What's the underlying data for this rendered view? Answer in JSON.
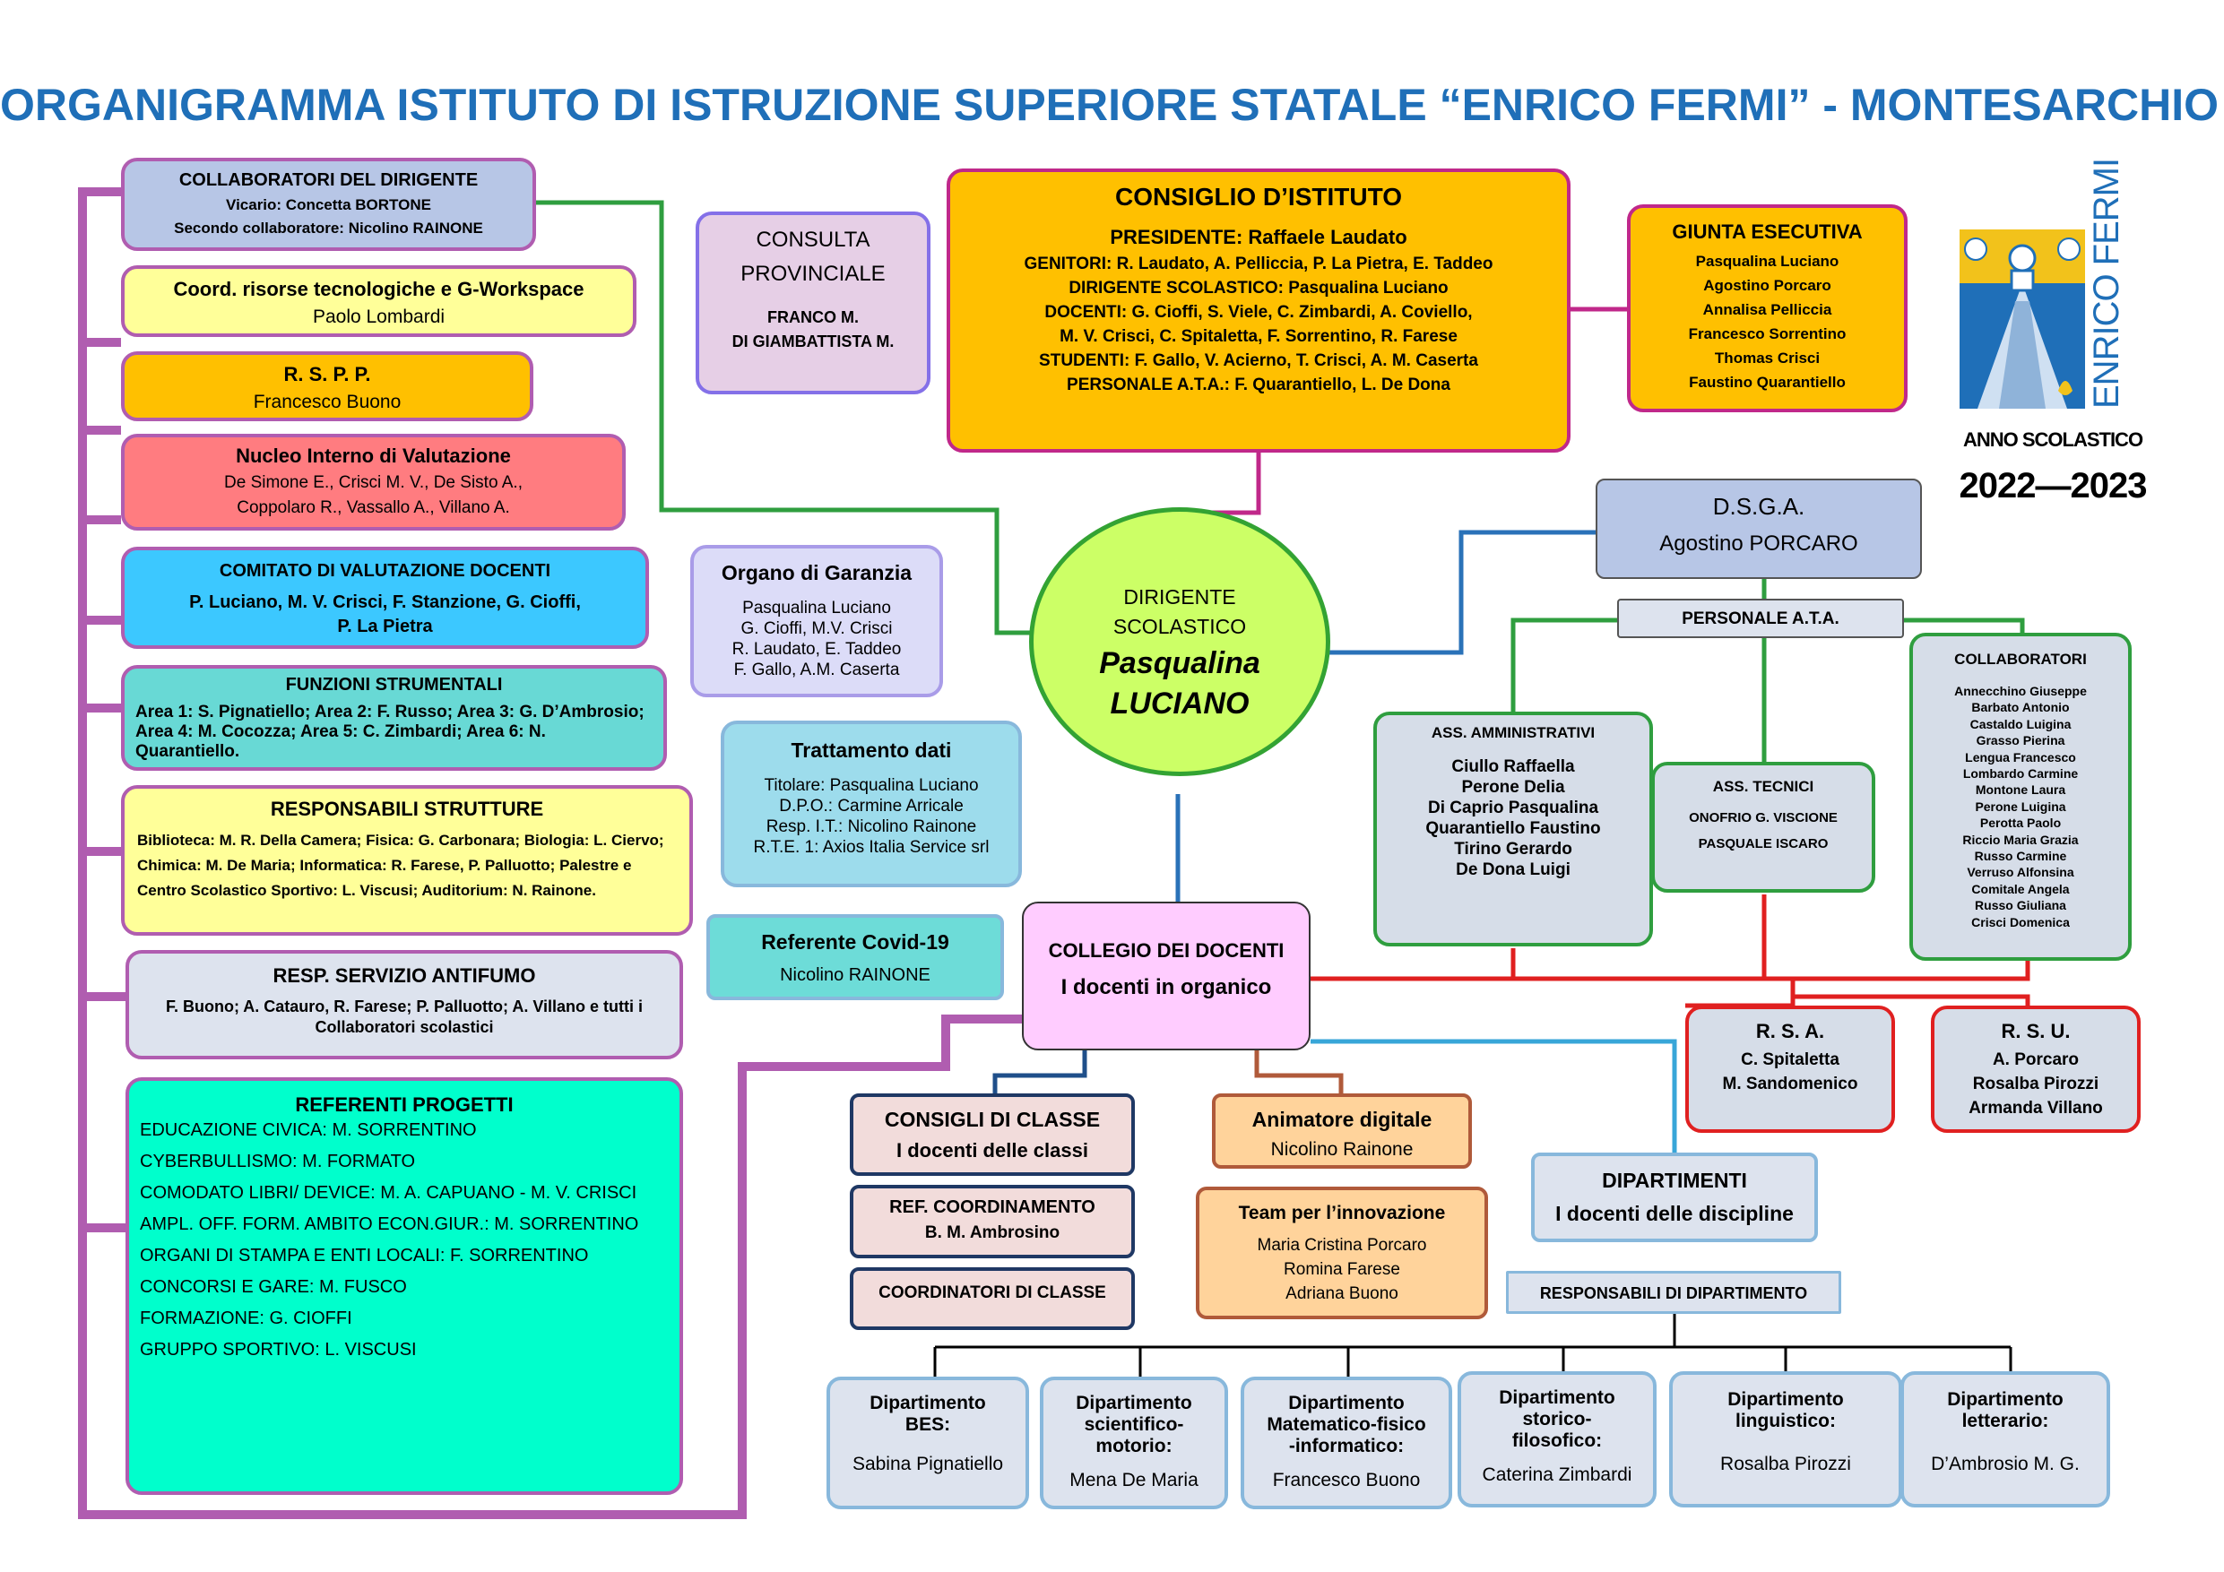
{
  "title": "ORGANIGRAMMA ISTITUTO DI ISTRUZIONE SUPERIORE STATALE “ENRICO FERMI” - MONTESARCHIO (BN)",
  "logo": {
    "text": "ENRICO FERMI",
    "year_label": "ANNO SCOLASTICO",
    "year": "2022—2023"
  },
  "colors": {
    "title": "#1f6fb8",
    "purple_line": "#b05db0",
    "green_line": "#2f9e3f",
    "red_line": "#e02020",
    "blue_line": "#2a72b8"
  },
  "collaboratori_dirigente": {
    "title": "COLLABORATORI DEL DIRIGENTE",
    "line1": "Vicario: Concetta BORTONE",
    "line2": "Secondo collaboratore: Nicolino RAINONE"
  },
  "coord_risorse": {
    "title": "Coord. risorse tecnologiche e G-Workspace",
    "name": "Paolo Lombardi"
  },
  "rspp": {
    "title": "R. S. P. P.",
    "name": "Francesco Buono"
  },
  "nucleo": {
    "title": "Nucleo Interno di Valutazione",
    "line1": "De Simone E., Crisci M. V., De Sisto A.,",
    "line2": "Coppolaro R., Vassallo A., Villano A."
  },
  "comitato": {
    "title": "COMITATO DI VALUTAZIONE DOCENTI",
    "line1": "P. Luciano, M. V. Crisci, F. Stanzione, G. Cioffi,",
    "line2": "P. La Pietra"
  },
  "funzioni": {
    "title": "FUNZIONI STRUMENTALI",
    "text": "Area 1: S. Pignatiello;  Area 2: F. Russo; Area 3: G. D’Ambrosio; Area 4: M. Cocozza;  Area 5: C. Zimbardi; Area 6: N. Quarantiello."
  },
  "responsabili": {
    "title": "RESPONSABILI STRUTTURE",
    "text": "Biblioteca: M. R. Della Camera; Fisica: G. Carbonara; Biologia: L. Ciervo; Chimica:  M. De Maria; Informatica: R. Farese, P. Palluotto; Palestre e Centro Scolastico Sportivo: L. Viscusi; Auditorium: N. Rainone."
  },
  "antifumo": {
    "title": "RESP. SERVIZIO ANTIFUMO",
    "text": "F. Buono; A. Catauro, R. Farese; P. Palluotto; A. Villano e tutti i Collaboratori scolastici"
  },
  "referenti": {
    "title": "REFERENTI PROGETTI",
    "items": [
      "EDUCAZIONE CIVICA: M. SORRENTINO",
      "CYBERBULLISMO: M. FORMATO",
      "COMODATO LIBRI/ DEVICE: M. A. CAPUANO - M. V. CRISCI",
      "AMPL. OFF. FORM. AMBITO ECON.GIUR.: M. SORRENTINO",
      "ORGANI DI STAMPA E ENTI LOCALI: F. SORRENTINO",
      "CONCORSI E GARE: M. FUSCO",
      "FORMAZIONE: G. CIOFFI",
      "GRUPPO SPORTIVO: L. VISCUSI"
    ]
  },
  "consulta": {
    "title1": "CONSULTA",
    "title2": "PROVINCIALE",
    "line1": "FRANCO M.",
    "line2": "DI GIAMBATTISTA M."
  },
  "consiglio": {
    "title": "CONSIGLIO D’ISTITUTO",
    "lines": [
      "PRESIDENTE: Raffaele Laudato",
      "GENITORI: R. Laudato, A. Pelliccia, P. La Pietra, E. Taddeo",
      "DIRIGENTE SCOLASTICO: Pasqualina Luciano",
      "DOCENTI:  G. Cioffi, S. Viele, C. Zimbardi, A. Coviello,",
      "M. V. Crisci, C. Spitaletta, F. Sorrentino, R. Farese",
      "STUDENTI: F. Gallo, V. Acierno, T. Crisci, A. M. Caserta",
      "PERSONALE  A.T.A.: F. Quarantiello, L. De Dona"
    ]
  },
  "giunta": {
    "title": "GIUNTA ESECUTIVA",
    "names": [
      "Pasqualina Luciano",
      "Agostino Porcaro",
      "Annalisa Pelliccia",
      "Francesco Sorrentino",
      "Thomas Crisci",
      "Faustino Quarantiello"
    ]
  },
  "garanzia": {
    "title": "Organo di Garanzia",
    "lines": [
      "Pasqualina Luciano",
      "G. Cioffi, M.V. Crisci",
      "R. Laudato, E. Taddeo",
      "F. Gallo, A.M. Caserta"
    ]
  },
  "trattamento": {
    "title": "Trattamento dati",
    "lines": [
      "Titolare: Pasqualina Luciano",
      "D.P.O.: Carmine Arricale",
      "Resp. I.T.: Nicolino Rainone",
      "R.T.E. 1: Axios Italia Service srl"
    ]
  },
  "covid": {
    "title": "Referente Covid-19",
    "name": "Nicolino RAINONE"
  },
  "dirigente": {
    "line1": "DIRIGENTE",
    "line2": "SCOLASTICO",
    "name1": "Pasqualina",
    "name2": "LUCIANO"
  },
  "dsga": {
    "title": "D.S.G.A.",
    "name": "Agostino PORCARO"
  },
  "personale_ata": "PERSONALE A.T.A.",
  "amministrativi": {
    "title": "ASS. AMMINISTRATIVI",
    "names": [
      "Ciullo Raffaella",
      "Perone Delia",
      "Di Caprio Pasqualina",
      "Quarantiello Faustino",
      "Tirino Gerardo",
      "De Dona Luigi"
    ]
  },
  "tecnici": {
    "title": "ASS. TECNICI",
    "names": [
      "ONOFRIO G. VISCIONE",
      "PASQUALE ISCARO"
    ]
  },
  "collaboratori": {
    "title": "COLLABORATORI",
    "names": [
      "Annecchino Giuseppe",
      "Barbato Antonio",
      "Castaldo Luigina",
      "Grasso Pierina",
      "Lengua Francesco",
      "Lombardo Carmine",
      "Montone Laura",
      "Perone Luigina",
      "Perotta Paolo",
      "Riccio Maria Grazia",
      "Russo Carmine",
      "Verruso Alfonsina",
      "Comitale Angela",
      "Russo Giuliana",
      "Crisci Domenica"
    ]
  },
  "collegio": {
    "title": "COLLEGIO DEI DOCENTI",
    "sub": "I docenti in organico"
  },
  "rsa": {
    "title": "R. S. A.",
    "names": [
      "C. Spitaletta",
      "M. Sandomenico"
    ]
  },
  "rsu": {
    "title": "R. S. U.",
    "names": [
      "A. Porcaro",
      "Rosalba Pirozzi",
      "Armanda Villano"
    ]
  },
  "consigli_classe": {
    "title": "CONSIGLI DI CLASSE",
    "sub": "I docenti delle classi"
  },
  "ref_coord": {
    "title": "REF. COORDINAMENTO",
    "name": "B. M. Ambrosino"
  },
  "coord_classe": "COORDINATORI DI CLASSE",
  "animatore": {
    "title": "Animatore digitale",
    "name": "Nicolino Rainone"
  },
  "team": {
    "title": "Team per l’innovazione",
    "names": [
      "Maria Cristina Porcaro",
      "Romina Farese",
      "Adriana Buono"
    ]
  },
  "dipartimenti": {
    "title": "DIPARTIMENTI",
    "sub": "I docenti delle discipline"
  },
  "resp_dip": "RESPONSABILI DI DIPARTIMENTO",
  "dept": [
    {
      "title1": "Dipartimento",
      "title2": "BES:",
      "title3": "",
      "name": "Sabina Pignatiello"
    },
    {
      "title1": "Dipartimento",
      "title2": "scientifico-",
      "title3": "motorio:",
      "name": "Mena De Maria"
    },
    {
      "title1": "Dipartimento",
      "title2": "Matematico-fisico",
      "title3": "-informatico:",
      "name": "Francesco Buono"
    },
    {
      "title1": "Dipartimento",
      "title2": "storico-",
      "title3": "filosofico:",
      "name": "Caterina Zimbardi"
    },
    {
      "title1": "Dipartimento",
      "title2": "linguistico:",
      "title3": "",
      "name": "Rosalba Pirozzi"
    },
    {
      "title1": "Dipartimento",
      "title2": "letterario:",
      "title3": "",
      "name": "D’Ambrosio M. G."
    }
  ]
}
